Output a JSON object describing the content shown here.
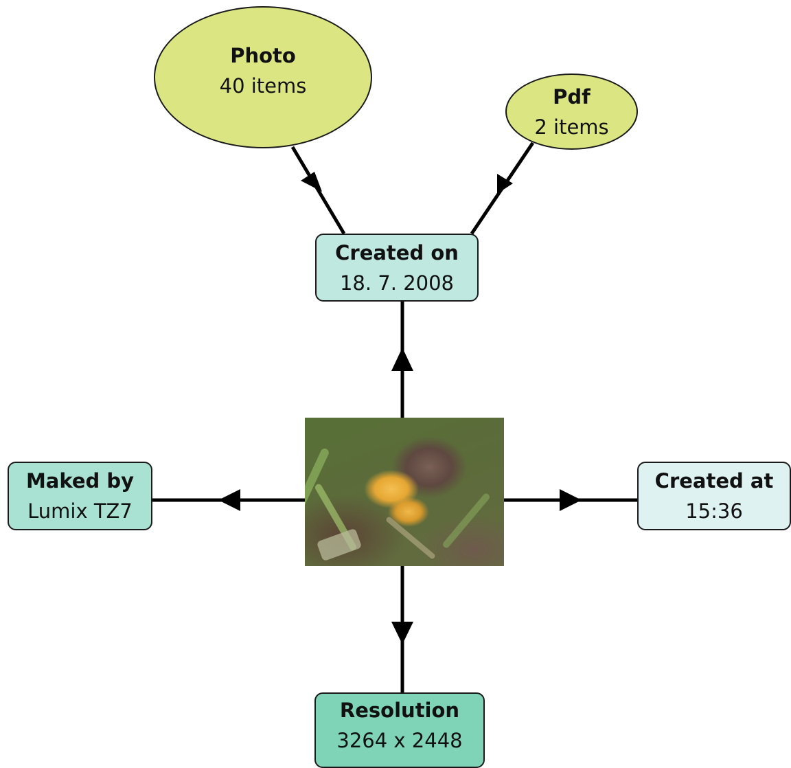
{
  "nodes": {
    "photo": {
      "title": "Photo",
      "value": "40 items"
    },
    "pdf": {
      "title": "Pdf",
      "value": "2 items"
    },
    "created_on": {
      "title": "Created on",
      "value": "18. 7. 2008"
    },
    "maked_by": {
      "title": "Maked by",
      "value": "Lumix TZ7"
    },
    "created_at": {
      "title": "Created at",
      "value": "15:36"
    },
    "resolution": {
      "title": "Resolution",
      "value": "3264 x 2448"
    }
  },
  "colors": {
    "category_node": "#dbe682",
    "created_on": "#bfe8e1",
    "maked_by": "#a9e2d2",
    "created_at": "#def2f2",
    "resolution": "#7fd3b6",
    "edge": "#000000"
  },
  "center_image": {
    "icon": "mushroom-photo-thumbnail"
  }
}
